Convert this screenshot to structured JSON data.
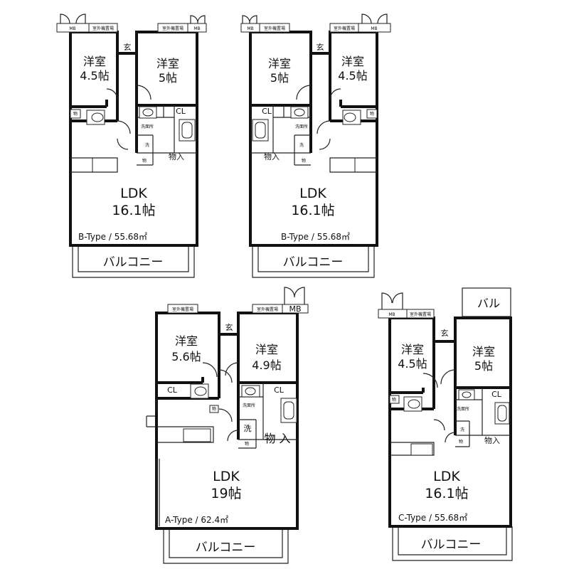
{
  "plans": [
    {
      "id": "b-left",
      "type_label": "B-Type / 55.68㎡",
      "ldk": [
        "LDK",
        "16.1帖"
      ],
      "room1": [
        "洋室",
        "4.5帖"
      ],
      "room2": [
        "洋室",
        "5帖"
      ],
      "entrance": "玄",
      "closet": "CL",
      "storage": "物入",
      "wash_small": "洗",
      "wash_room": "洗面所",
      "mono": "物",
      "mb": "MB",
      "aircon": "室外機置場",
      "balcony": "バルコニー"
    },
    {
      "id": "b-right",
      "type_label": "B-Type / 55.68㎡",
      "ldk": [
        "LDK",
        "16.1帖"
      ],
      "room1": [
        "洋室",
        "5帖"
      ],
      "room2": [
        "洋室",
        "4.5帖"
      ],
      "entrance": "玄",
      "closet": "CL",
      "storage": "物入",
      "wash_small": "洗",
      "wash_room": "洗面所",
      "mono": "物",
      "mb": "MB",
      "aircon": "室外機置場",
      "balcony": "バルコニー"
    },
    {
      "id": "a",
      "type_label": "A-Type / 62.4㎡",
      "ldk": [
        "LDK",
        "19帖"
      ],
      "room1": [
        "洋室",
        "5.6帖"
      ],
      "room2": [
        "洋室",
        "4.9帖"
      ],
      "entrance": "玄",
      "closet": "CL",
      "storage": "物 入",
      "wash_small": "洗",
      "wash_room": "洗面所",
      "mono": "物",
      "mb": "MB",
      "aircon": "室外機置場",
      "balcony": "バルコニー"
    },
    {
      "id": "c",
      "type_label": "C-Type / 55.68㎡",
      "ldk": [
        "LDK",
        "16.1帖"
      ],
      "room1": [
        "洋室",
        "4.5帖"
      ],
      "room2": [
        "洋室",
        "5帖"
      ],
      "entrance": "玄",
      "closet": "CL",
      "storage": "物入",
      "wash_small": "洗",
      "wash_room": "洗面所",
      "mono": "物",
      "mb": "MB",
      "aircon": "室外機置場",
      "balcony": "バルコニー",
      "balcony_small": "バル"
    }
  ]
}
